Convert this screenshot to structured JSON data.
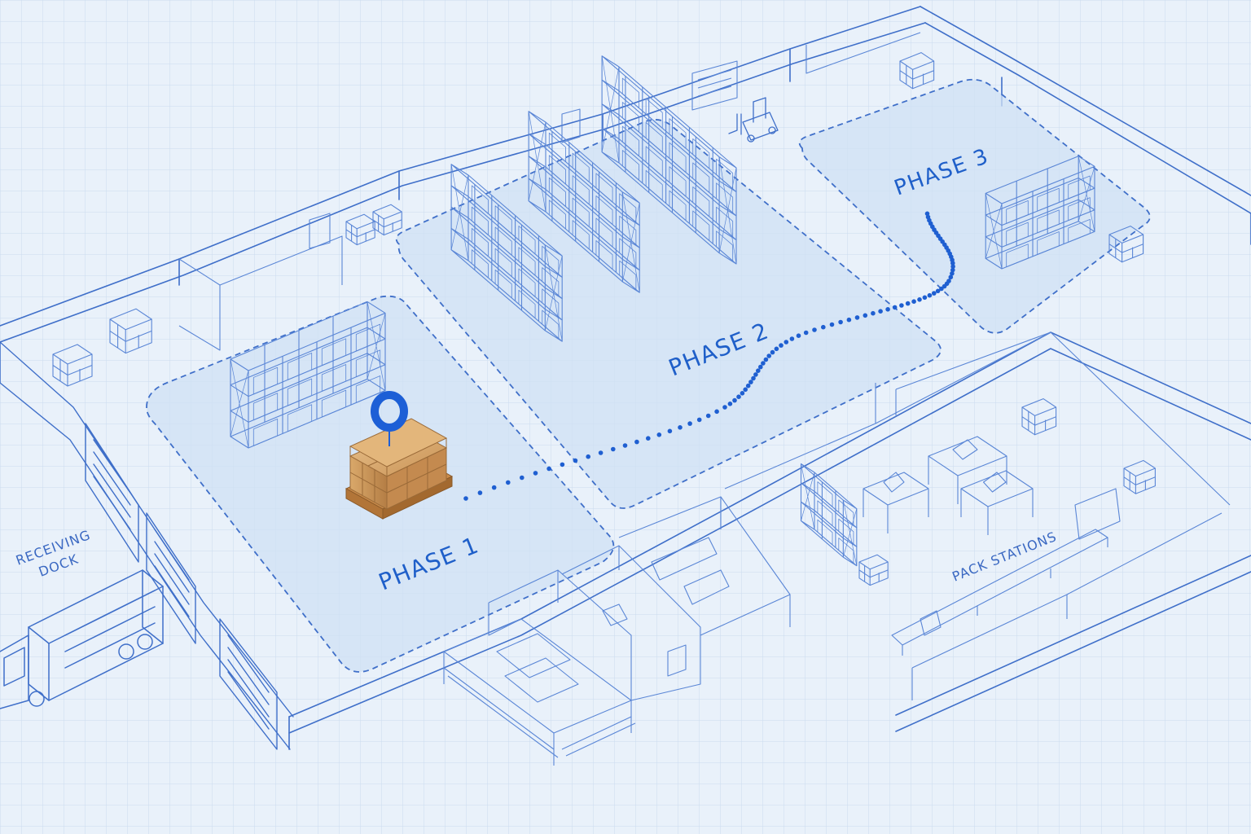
{
  "zones": [
    {
      "id": "phase-1",
      "label": "PHASE 1"
    },
    {
      "id": "phase-2",
      "label": "PHASE 2"
    },
    {
      "id": "phase-3",
      "label": "PHASE 3"
    }
  ],
  "areas": {
    "receiving_line1": "RECEIVING",
    "receiving_line2": "DOCK",
    "pack": "PACK  STATIONS"
  },
  "colors": {
    "ink": "#3f6fc9",
    "zone_fill": "#cfe0f4",
    "route": "#1f5fd1",
    "marker": "#1d5fd6",
    "pallet_box": "#d9a86a",
    "paper": "#e9f1fa"
  },
  "icons": {
    "marker": "location-ring-marker",
    "pallet": "cardboard-box-pallet",
    "truck": "delivery-truck",
    "forklift": "forklift"
  }
}
